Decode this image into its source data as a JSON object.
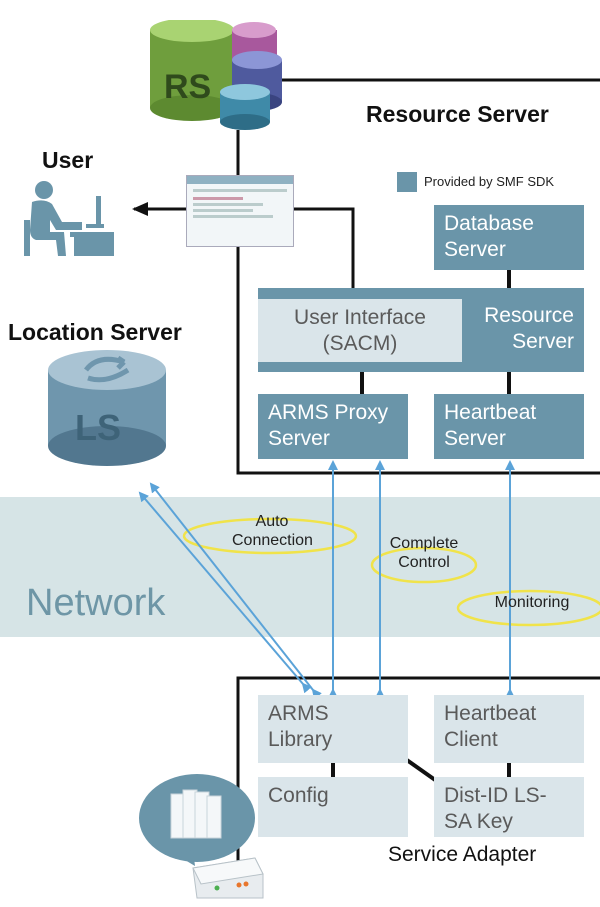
{
  "resource_server": {
    "title": "Resource Server",
    "db_logo_text": "RS",
    "database_server": "Database Server",
    "user_interface": "User Interface (SACM)",
    "resource_server_box": "Resource Server",
    "arms_proxy_server": "ARMS Proxy Server",
    "heartbeat_server": "Heartbeat Server"
  },
  "legend": {
    "label": "Provided by SMF SDK",
    "color": "#6a95a9"
  },
  "user": {
    "title": "User"
  },
  "location_server": {
    "title": "Location Server",
    "logo_text": "LS"
  },
  "network": {
    "label": "Network",
    "auto_connection": "Auto Connection",
    "complete_control": "Complete Control",
    "monitoring": "Monitoring"
  },
  "service_adapter": {
    "title": "Service Adapter",
    "arms_library": "ARMS Library",
    "heartbeat_client": "Heartbeat Client",
    "config": "Config",
    "dist_id": "Dist-ID LS-SA Key"
  },
  "colors": {
    "sdk_box": "#6a95a9",
    "light_box": "#dae5ea",
    "network_band": "#d6e4e6",
    "arrow": "#5ba3d8",
    "ellipse": "#f0e34a"
  }
}
